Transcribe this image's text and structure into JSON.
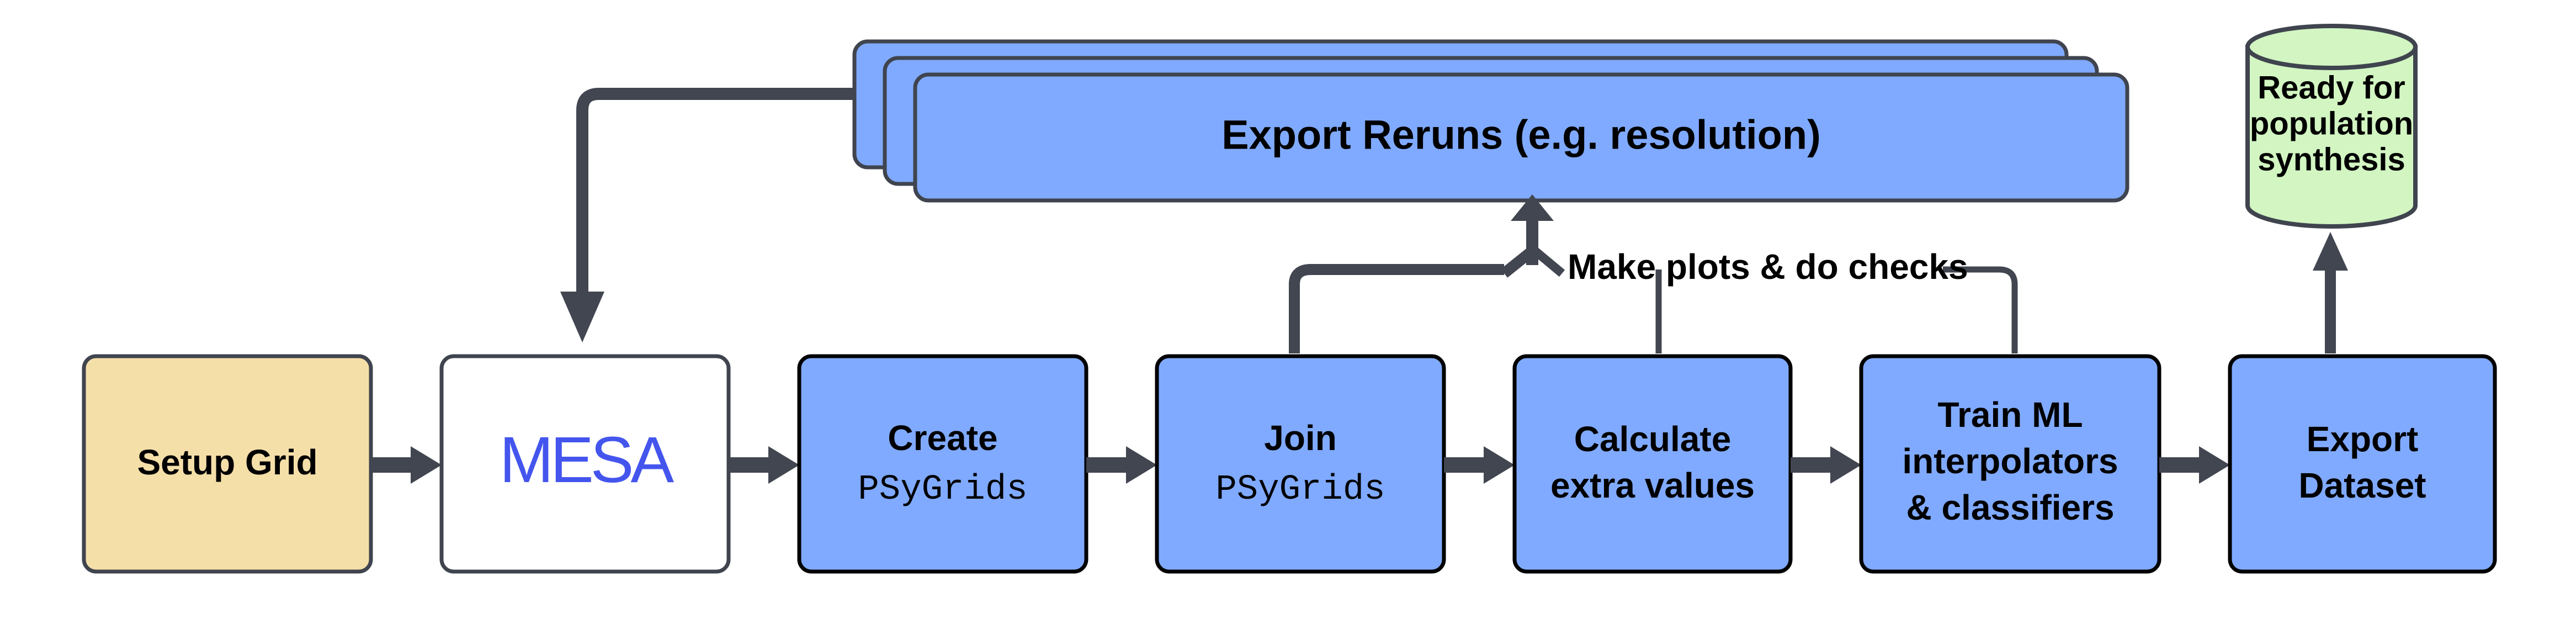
{
  "diagram": {
    "title": "POSYDON grid processing pipeline flowchart",
    "background_color": "#ffffff",
    "colors": {
      "box_blue": "#80aaff",
      "box_tan": "#f5dfa9",
      "cylinder_green": "#d2f5c2",
      "box_white": "#ffffff",
      "border_dark": "#3f444e",
      "border_black": "#000000",
      "arrow_gray": "#414650",
      "mesa_blue": "#4455ee",
      "text_black": "#000000"
    },
    "nodes": [
      {
        "id": "setup-grid",
        "label": "Setup Grid",
        "shape": "rounded-rect",
        "fill": "#f5dfa9"
      },
      {
        "id": "mesa",
        "label": "MESA",
        "shape": "rounded-rect",
        "fill": "#ffffff",
        "is_logo": true
      },
      {
        "id": "create-psygrids",
        "label_line1": "Create",
        "label_line2": "PSyGrids",
        "shape": "rounded-rect",
        "fill": "#80aaff"
      },
      {
        "id": "join-psygrids",
        "label_line1": "Join",
        "label_line2": "PSyGrids",
        "shape": "rounded-rect",
        "fill": "#80aaff"
      },
      {
        "id": "calculate-extra-values",
        "label_line1": "Calculate",
        "label_line2": "extra values",
        "shape": "rounded-rect",
        "fill": "#80aaff"
      },
      {
        "id": "train-ml",
        "label_line1": "Train ML",
        "label_line2": "interpolators",
        "label_line3": "& classifiers",
        "shape": "rounded-rect",
        "fill": "#80aaff"
      },
      {
        "id": "export-dataset",
        "label_line1": "Export",
        "label_line2": "Dataset",
        "shape": "rounded-rect",
        "fill": "#80aaff"
      },
      {
        "id": "export-reruns",
        "label": "Export Reruns (e.g. resolution)",
        "shape": "stacked-rounded-rect",
        "stack_count": 3,
        "fill": "#80aaff"
      },
      {
        "id": "ready-for-population-synthesis",
        "label_line1": "Ready for",
        "label_line2": "population",
        "label_line3": "synthesis",
        "shape": "cylinder",
        "fill": "#d2f5c2"
      }
    ],
    "edges": [
      {
        "id": "setup-to-mesa",
        "from": "setup-grid",
        "to": "mesa",
        "label": ""
      },
      {
        "id": "mesa-to-create",
        "from": "mesa",
        "to": "create-psygrids",
        "label": ""
      },
      {
        "id": "create-to-join",
        "from": "create-psygrids",
        "to": "join-psygrids",
        "label": ""
      },
      {
        "id": "join-to-calculate",
        "from": "join-psygrids",
        "to": "calculate-extra-values",
        "label": ""
      },
      {
        "id": "calculate-to-train",
        "from": "calculate-extra-values",
        "to": "train-ml",
        "label": ""
      },
      {
        "id": "train-to-export",
        "from": "train-ml",
        "to": "export-dataset",
        "label": ""
      },
      {
        "id": "export-to-ready",
        "from": "export-dataset",
        "to": "ready-for-population-synthesis",
        "label": ""
      },
      {
        "id": "checks-to-reruns",
        "from": "join-psygrids",
        "to": "export-reruns",
        "label": "Make plots & do checks"
      },
      {
        "id": "reruns-to-mesa",
        "from": "export-reruns",
        "to": "mesa",
        "label": ""
      }
    ],
    "edge_labels": {
      "make_plots": "Make plots & do checks"
    }
  }
}
